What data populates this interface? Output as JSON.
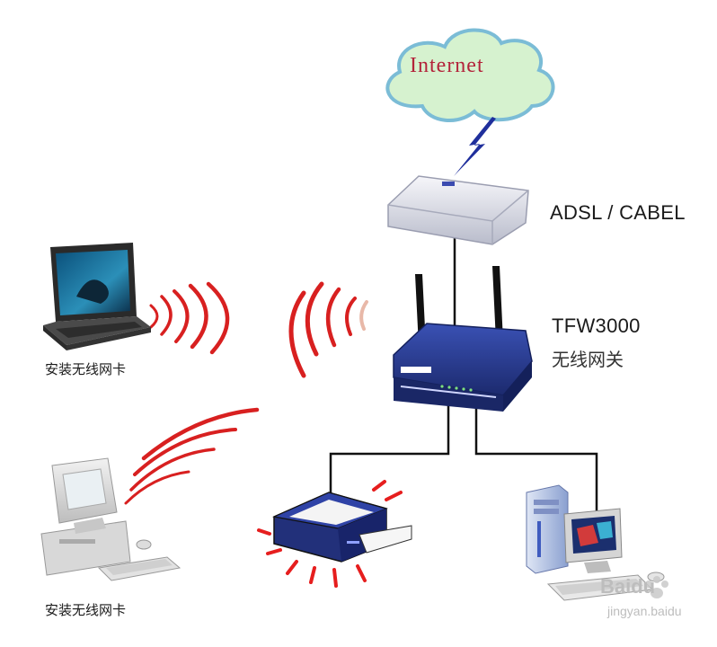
{
  "cloud": {
    "label": "Internet"
  },
  "modem": {
    "label": "ADSL / CABEL"
  },
  "gateway": {
    "model": "TFW3000",
    "subtitle": "无线网关"
  },
  "laptop": {
    "label": "安装无线网卡"
  },
  "desktop_wireless": {
    "label": "安装无线网卡"
  },
  "watermark": {
    "brand": "Baidu",
    "sub": "jingyan.baidu"
  },
  "colors": {
    "cloud_fill": "#d6f2cf",
    "cloud_stroke": "#7bbcd6",
    "cloud_text": "#b3233a",
    "lightning": "#1f2f9c",
    "router_body": "#2b3f97",
    "signal_wave": "#d82020",
    "cable": "#111111"
  },
  "icons": [
    "cloud-icon",
    "lightning-icon",
    "modem-icon",
    "router-icon",
    "laptop-icon",
    "desktop-pc-icon",
    "printer-icon",
    "tower-pc-icon",
    "signal-wave-icon",
    "baidu-paw-icon"
  ]
}
